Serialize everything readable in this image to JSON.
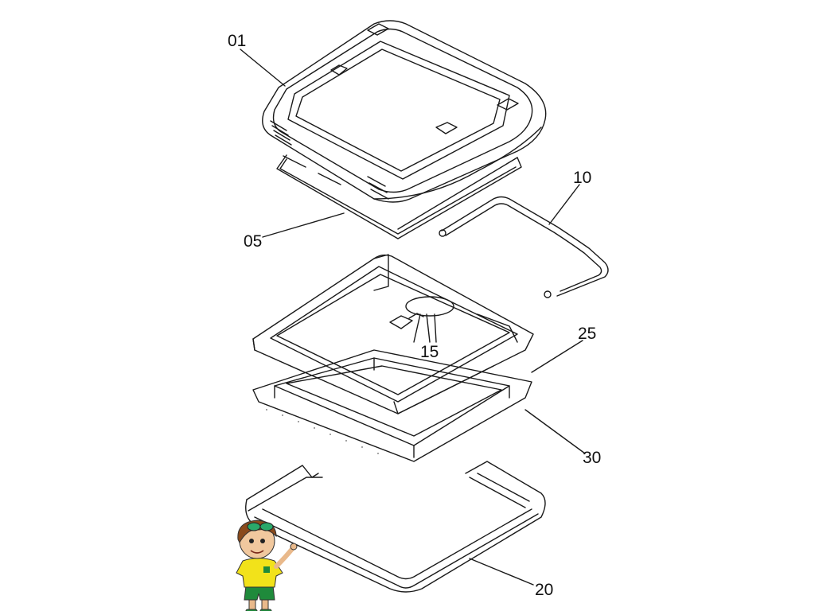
{
  "diagram": {
    "type": "exploded-parts-view",
    "line_color": "#1a1a1a",
    "callouts": [
      {
        "id": "01",
        "label": "01"
      },
      {
        "id": "05",
        "label": "05"
      },
      {
        "id": "10",
        "label": "10"
      },
      {
        "id": "15",
        "label": "15"
      },
      {
        "id": "25",
        "label": "25"
      },
      {
        "id": "30",
        "label": "30"
      },
      {
        "id": "20",
        "label": "20"
      }
    ]
  },
  "mascot": {
    "icon": "cartoon-boy-mascot-icon",
    "shirt_color": "#f2e21a",
    "shorts_color": "#1f8a3b",
    "hair_color": "#8a4a1c"
  }
}
